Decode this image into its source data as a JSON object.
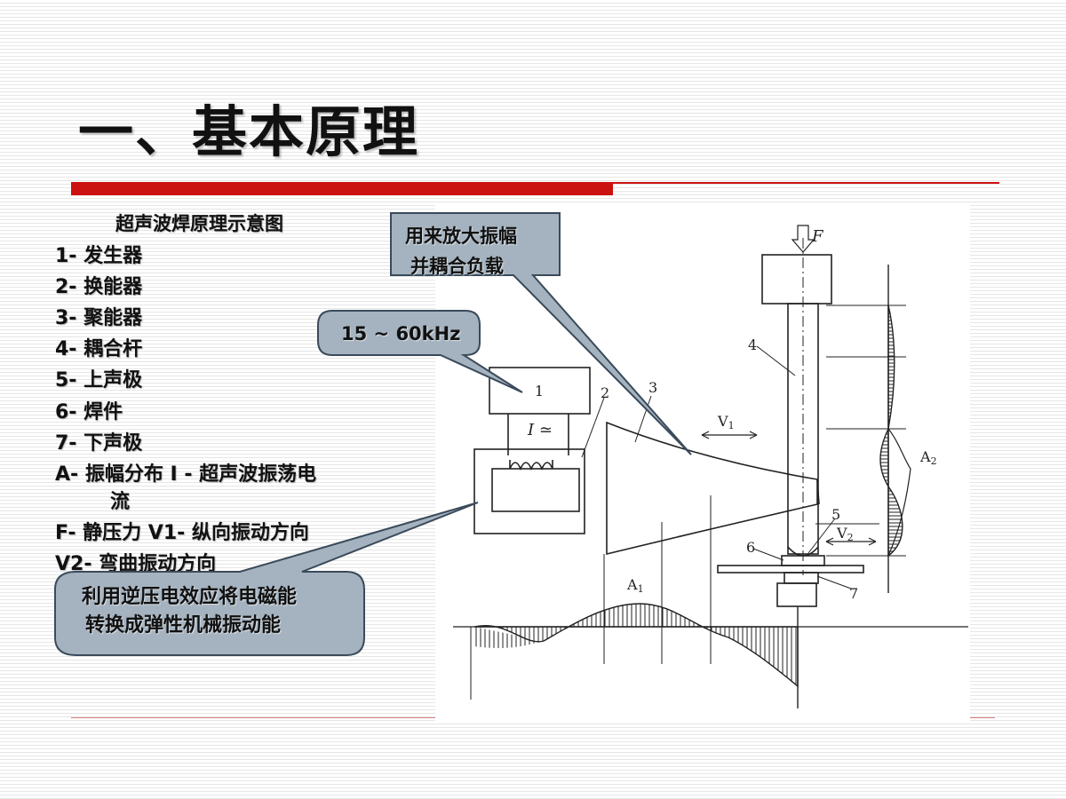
{
  "title": "一、基本原理",
  "legend": {
    "heading": "超声波焊原理示意图",
    "items": [
      "1- 发生器",
      "2- 换能器",
      "3- 聚能器",
      "4- 耦合杆",
      "5- 上声极",
      "6- 焊件",
      "7- 下声极",
      "A- 振幅分布  I - 超声波振荡电",
      "流",
      "F- 静压力     V1- 纵向振动方向",
      "V2- 弯曲振动方向"
    ]
  },
  "callouts": {
    "amplify_line1": "用来放大振幅",
    "amplify_line2": "并耦合负载",
    "frequency": "15 ~ 60kHz",
    "convert_line1": "利用逆压电效应将电磁能",
    "convert_line2": "转换成弹性机械振动能"
  },
  "diagram_labels": {
    "box1": "1",
    "n2": "2",
    "n3": "3",
    "n4": "4",
    "n5": "5",
    "n6": "6",
    "n7": "7",
    "current": "I ≃",
    "force": "F",
    "v1": "V",
    "v1_sub": "1",
    "v2": "V",
    "v2_sub": "2",
    "a1": "A",
    "a1_sub": "1",
    "a2": "A",
    "a2_sub": "2"
  },
  "colors": {
    "accent_red": "#cc1111",
    "callout_fill": "#a5b3c0",
    "callout_stroke": "#3a4a5a"
  }
}
